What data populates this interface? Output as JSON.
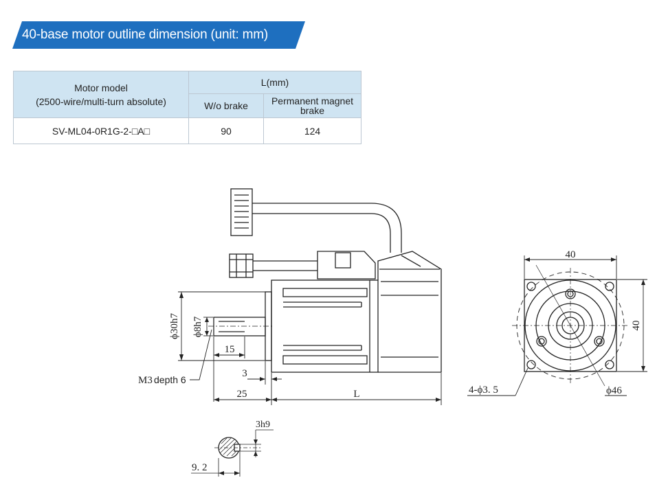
{
  "banner": {
    "title": "40-base motor outline dimension (unit: mm)",
    "color": "#1e6fbf"
  },
  "table": {
    "header_model": "Motor model",
    "header_model_sub": "(2500-wire/multi-turn absolute)",
    "header_length": "L(mm)",
    "header_wo_brake": "W/o brake",
    "header_brake_line1": "Permanent magnet",
    "header_brake_line2": "brake",
    "rows": [
      {
        "model": "SV-ML04-0R1G-2-□A□",
        "wo_brake": "90",
        "brake": "124"
      }
    ]
  },
  "drawing": {
    "labels": {
      "phi30": "ϕ30h7",
      "phi8": "ϕ8h7",
      "dim15": "15",
      "dim3": "3",
      "dim25": "25",
      "dimL": "L",
      "m3": "M3",
      "m3depth": "depth 6",
      "top40": "40",
      "side40": "40",
      "holes": "4-ϕ3. 5",
      "phi46": "ϕ46",
      "key3": "3h9",
      "key92": "9. 2"
    }
  }
}
